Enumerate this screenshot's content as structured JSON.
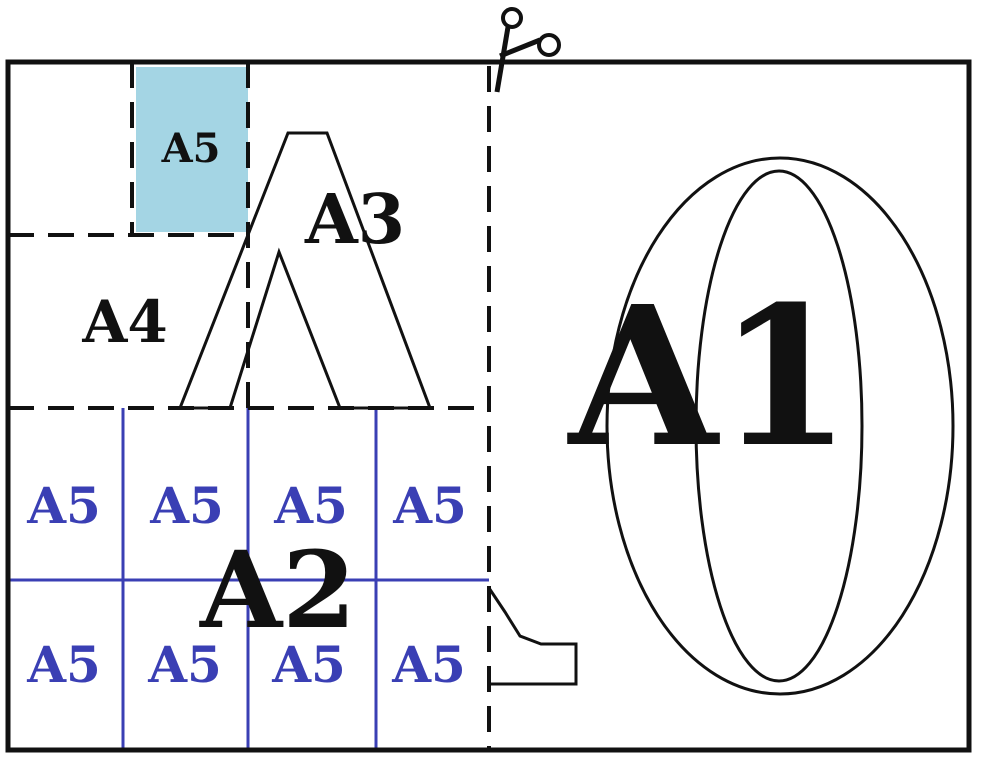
{
  "labels": {
    "a0": "0",
    "a1": "A1",
    "a2": "A2",
    "a3": "A3",
    "a4": "A4",
    "a5_highlight": "A5",
    "a5_grid": [
      "A5",
      "A5",
      "A5",
      "A5",
      "A5",
      "A5",
      "A5",
      "A5"
    ]
  },
  "colors": {
    "ink": "#111111",
    "grid_blue": "#3a3fb4",
    "highlight": "#a4d5e4"
  },
  "icons": {
    "cut_mark": "scissors-icon"
  }
}
